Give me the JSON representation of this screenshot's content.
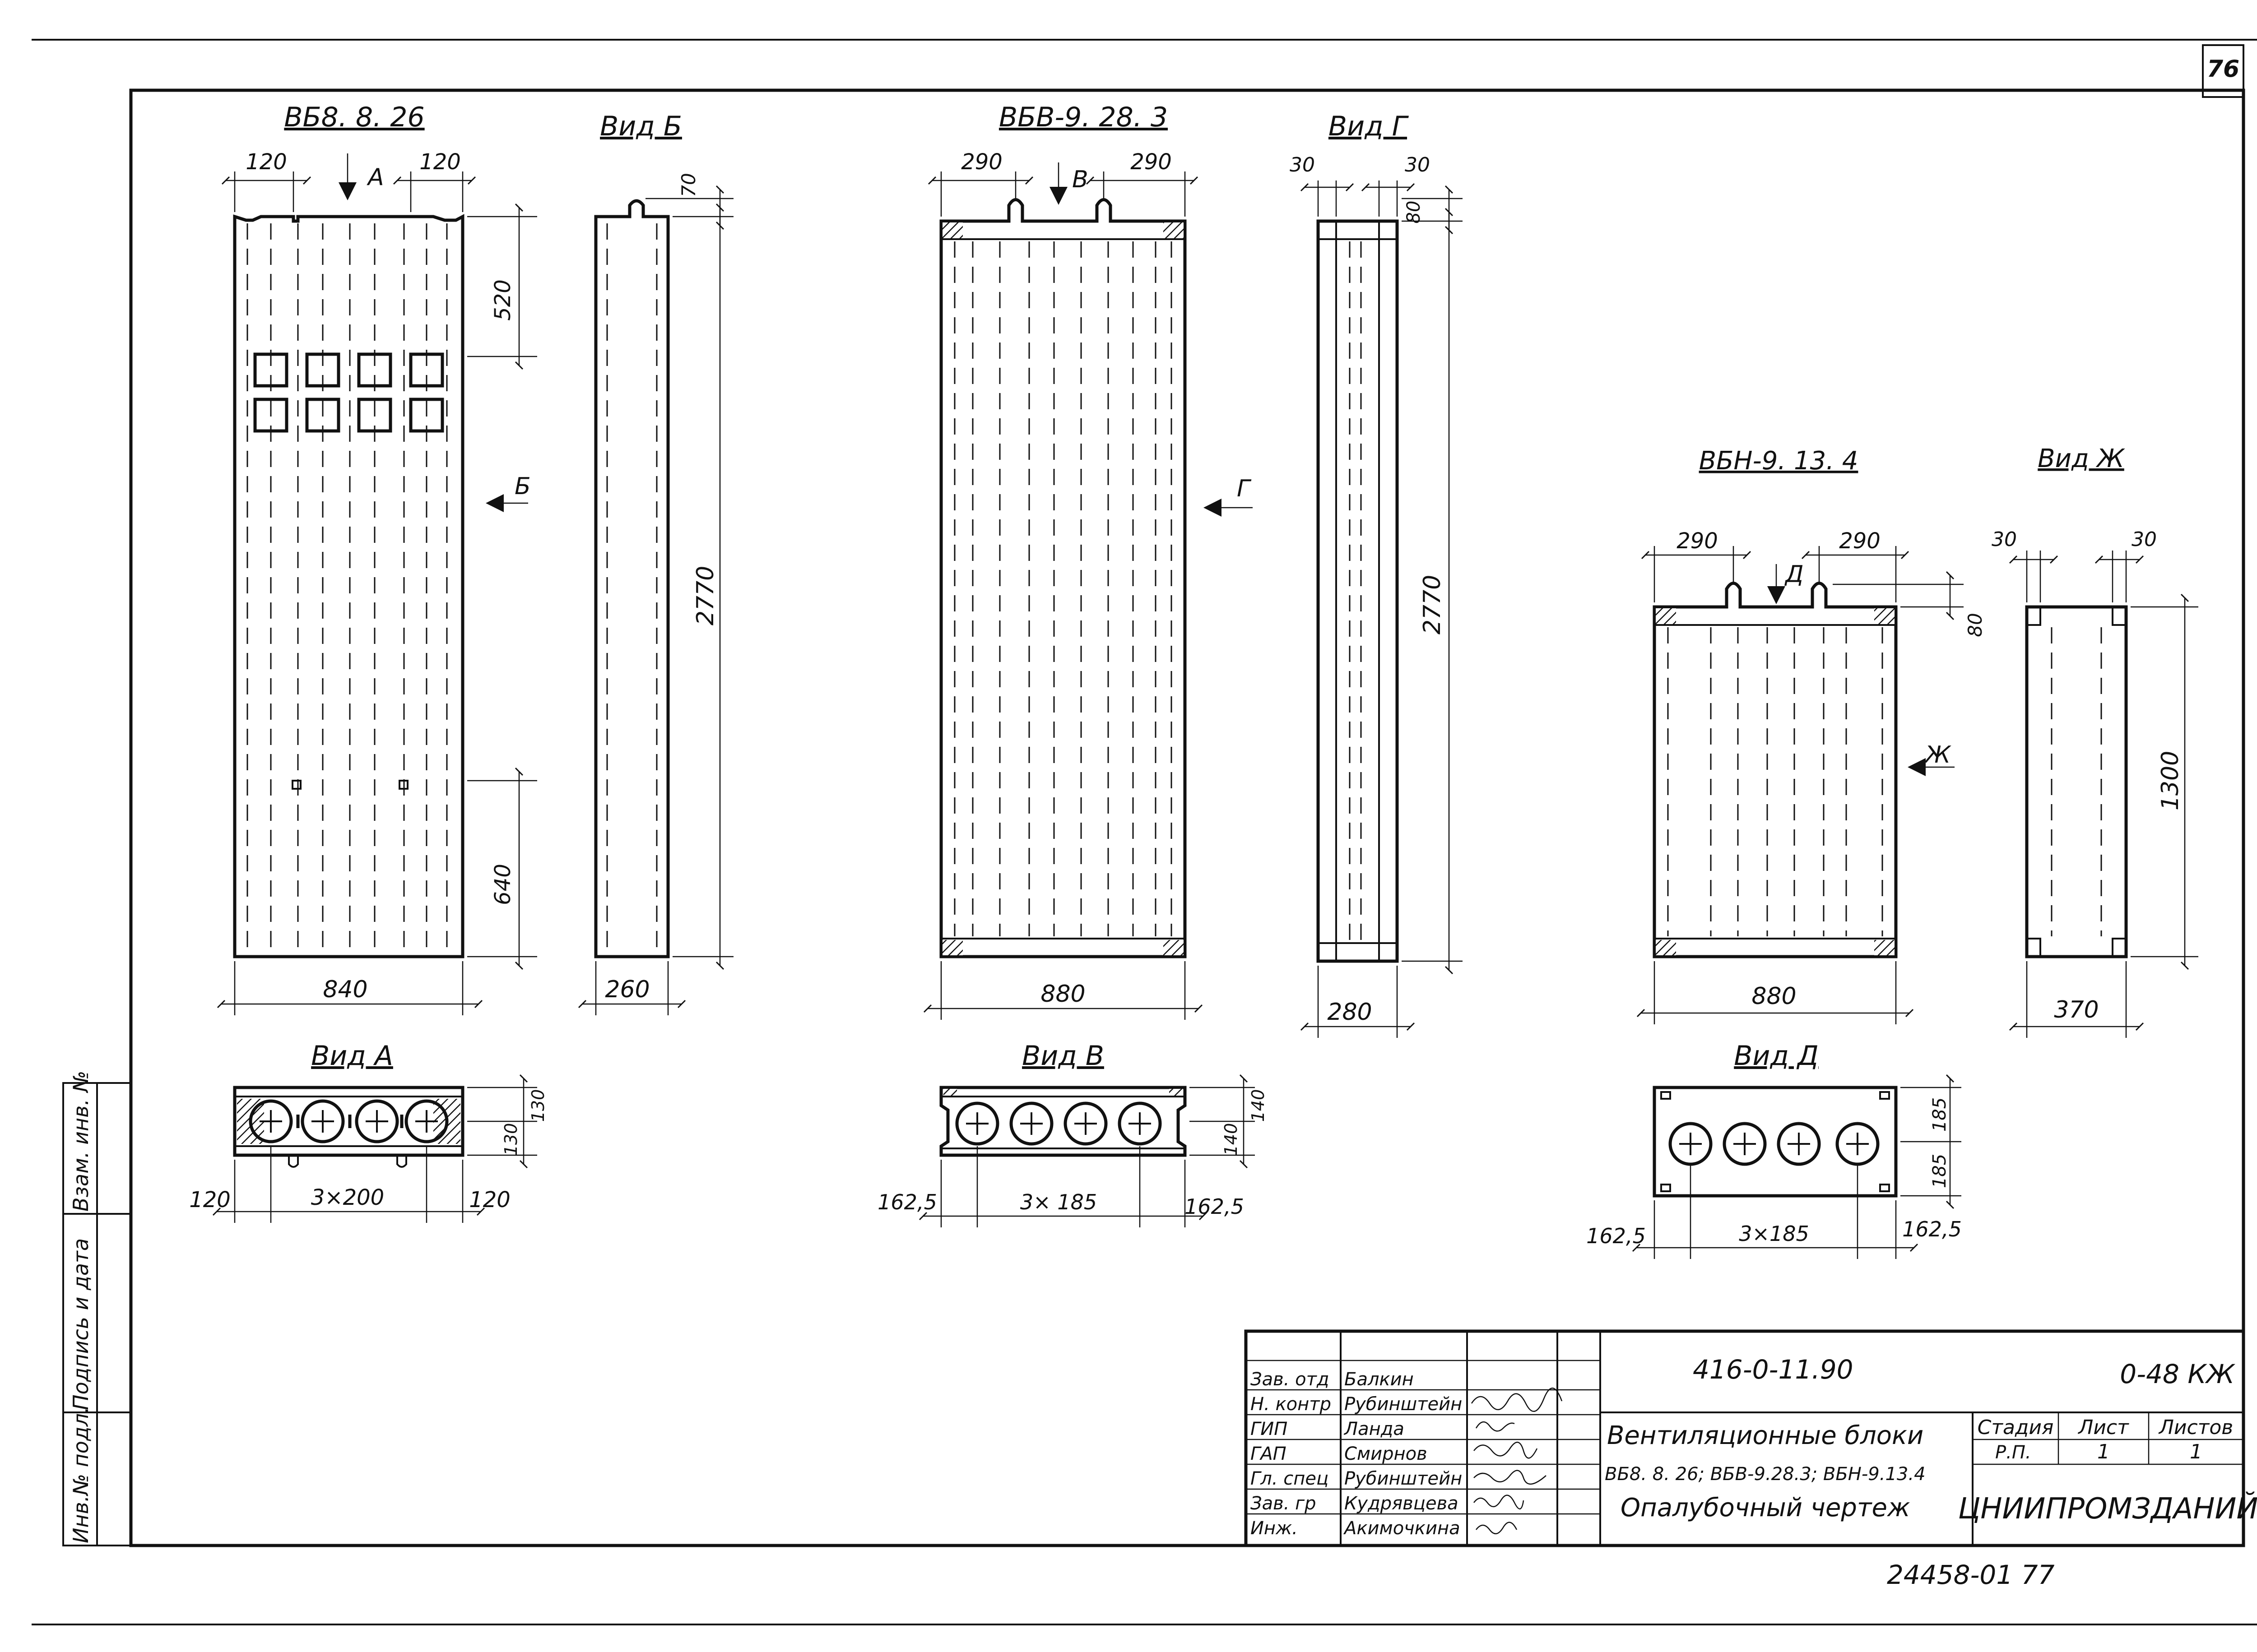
{
  "sheet": {
    "page_number": "76",
    "bottom_code": "24458-01   77"
  },
  "views": {
    "elem1": {
      "title": "ВБ8. 8. 26",
      "top_dims": [
        "120",
        "120"
      ],
      "dims": {
        "h_top": "520",
        "h_bottom": "640",
        "width": "840"
      },
      "arrow_top": "А",
      "arrow_side": "Б"
    },
    "vid_b": {
      "title": "Вид Б",
      "dim_top": "70",
      "height": "2770",
      "width": "260"
    },
    "elem2": {
      "title": "ВБВ-9. 28. 3",
      "top_dims": [
        "290",
        "290"
      ],
      "width": "880",
      "arrow_top": "В",
      "arrow_side": "Г"
    },
    "vid_g": {
      "title": "Вид Г",
      "top_dims": [
        "30",
        "30"
      ],
      "dim_top": "80",
      "height": "2770",
      "width": "280"
    },
    "elem3": {
      "title": "ВБН-9. 13. 4",
      "top_dims": [
        "290",
        "290"
      ],
      "dim_top": "80",
      "width": "880",
      "arrow_top": "Д",
      "arrow_side": "Ж"
    },
    "vid_zh": {
      "title": "Вид Ж",
      "top_dims": [
        "30",
        "30"
      ],
      "height": "1300",
      "width": "370"
    },
    "vid_a": {
      "title": "Вид А",
      "dims_right": [
        "130",
        "130"
      ],
      "dims_bottom": [
        "120",
        "3×200",
        "120"
      ]
    },
    "vid_v": {
      "title": "Вид В",
      "dims_right": [
        "140",
        "140"
      ],
      "dims_bottom": [
        "162,5",
        "3× 185",
        "162,5"
      ]
    },
    "vid_d": {
      "title": "Вид Д",
      "dims_right": [
        "185",
        "185"
      ],
      "dims_bottom": [
        "162,5",
        "3×185",
        "162,5"
      ]
    }
  },
  "side_stamp": {
    "labels": [
      "Инв.№ подл.",
      "Подпись и дата",
      "Взам. инв. №"
    ]
  },
  "title_block": {
    "project_code": "416-0-11.90",
    "series_code": "0-48 КЖ",
    "roles": [
      "Зав. отд",
      "Н. контр",
      "ГИП",
      "ГАП",
      "Гл. спец",
      "Зав. гр",
      "Инж."
    ],
    "names": [
      "Балкин",
      "Рубинштейн",
      "Ланда",
      "Смирнов",
      "Рубинштейн",
      "Кудрявцева",
      "Акимочкина"
    ],
    "title_lines": [
      "Вентиляционные блоки",
      "ВБ8. 8. 26; ВБВ-9.28.3; ВБН-9.13.4",
      "Опалубочный чертеж"
    ],
    "stage_header": "Стадия",
    "sheet_header": "Лист",
    "sheets_header": "Листов",
    "stage_value": "Р.П.",
    "sheet_value": "1",
    "sheets_value": "1",
    "organization": "ЦНИИПРОМЗДАНИЙ"
  }
}
